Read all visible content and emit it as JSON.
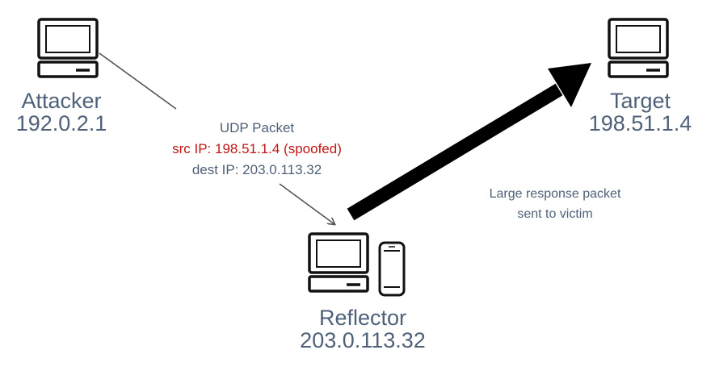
{
  "nodes": {
    "attacker": {
      "name": "Attacker",
      "ip": "192.0.2.1",
      "icon": "desktop-computer-icon"
    },
    "target": {
      "name": "Target",
      "ip": "198.51.1.4",
      "icon": "desktop-computer-icon"
    },
    "reflector": {
      "name": "Reflector",
      "ip": "203.0.113.32",
      "icons": [
        "desktop-computer-icon",
        "mobile-phone-icon"
      ]
    }
  },
  "packet": {
    "title": "UDP Packet",
    "src": "src IP: 198.51.1.4 (spoofed)",
    "dest": "dest IP: 203.0.113.32"
  },
  "response": {
    "line1": "Large response packet",
    "line2": "sent to victim"
  },
  "colors": {
    "label": "#4f6178",
    "spoofed": "#c31414",
    "icon": "#111111",
    "connector": "#555555"
  }
}
